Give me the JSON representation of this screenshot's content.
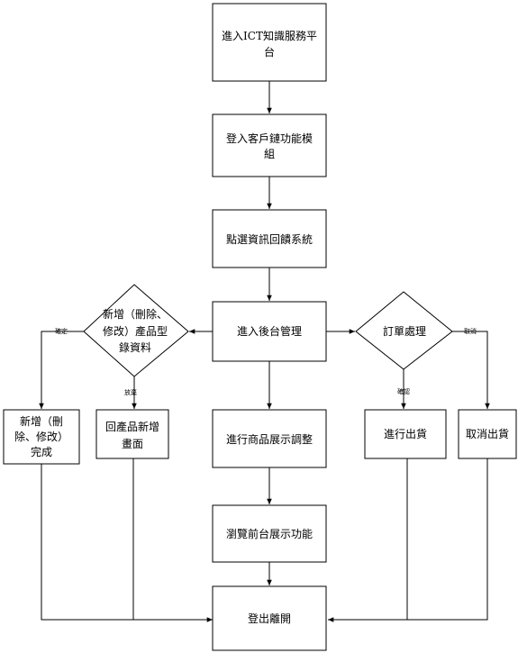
{
  "nodes": {
    "enter_platform": [
      "進入ICT知識服務平",
      "台"
    ],
    "login_module": [
      "登入客戶鏈功能模",
      "組"
    ],
    "select_system": [
      "點選資訊回饋系統"
    ],
    "enter_backend": [
      "進入後台管理"
    ],
    "product_decision": [
      "新增（刪除、",
      "修改）產品型",
      "錄資料"
    ],
    "order_decision": [
      "訂單處理"
    ],
    "add_done": [
      "新增（刪",
      "除、修改）",
      "完成"
    ],
    "product_add_screen": [
      "回產品新增",
      "畫面"
    ],
    "product_display": [
      "進行商品展示調整"
    ],
    "ship": [
      "進行出貨"
    ],
    "cancel_ship": [
      "取消出貨"
    ],
    "browse_front": [
      "瀏覽前台展示功能"
    ],
    "logout": [
      "登出離開"
    ]
  },
  "edges": {
    "confirm": "確定",
    "abandon": "放棄",
    "accept": "確認",
    "cancel": "取消"
  }
}
